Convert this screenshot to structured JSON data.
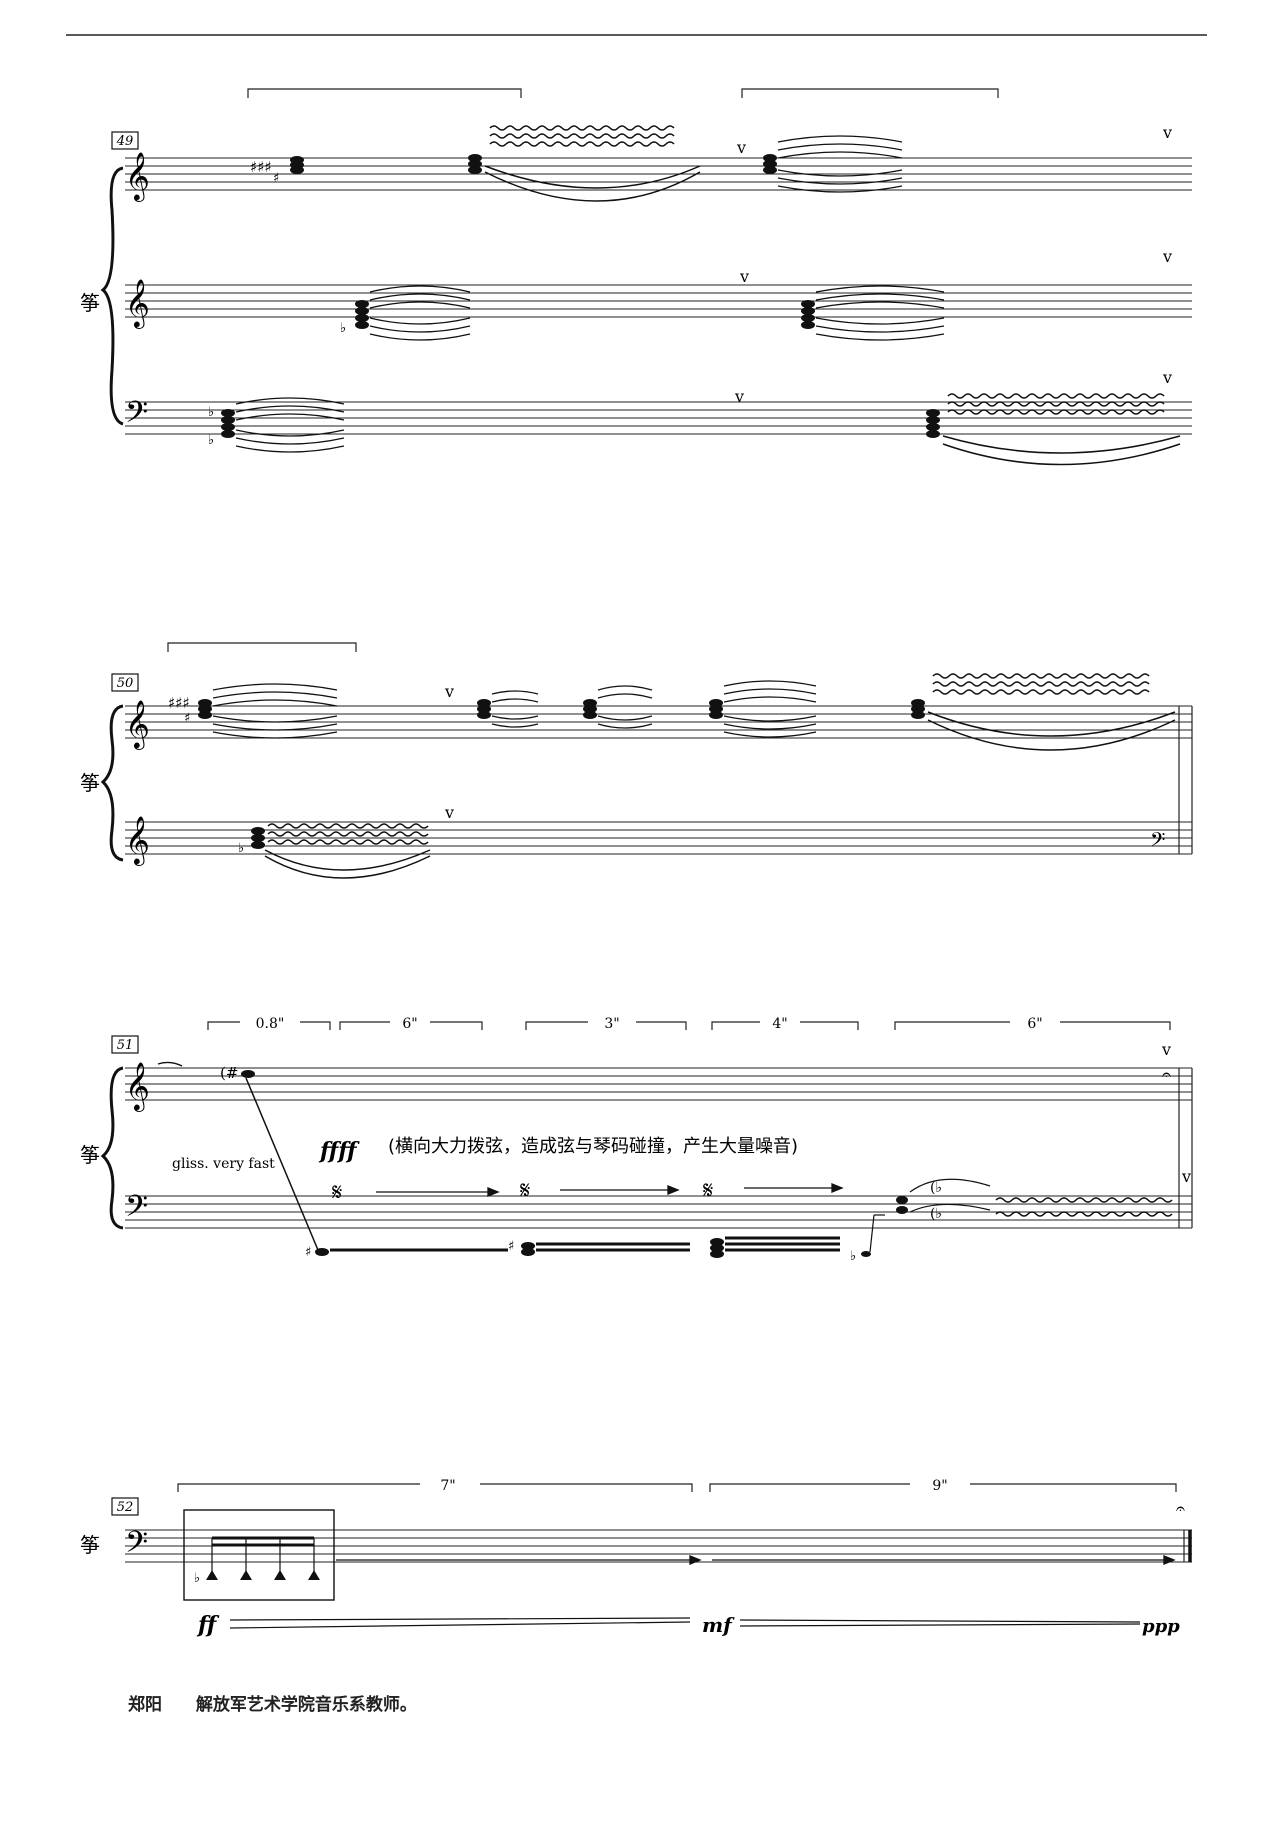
{
  "document": {
    "instrument": "筝",
    "systems": [
      {
        "measure": "49",
        "staves": 3
      },
      {
        "measure": "50",
        "staves": 2
      },
      {
        "measure": "51",
        "staves": 2,
        "durations": [
          "0.8\"",
          "6\"",
          "3\"",
          "4\"",
          "6\""
        ],
        "accidental_note": "(#",
        "technique": "gliss. very fast",
        "dynamic": "ffff",
        "instruction": "(横向大力拨弦，造成弦与琴码碰撞，产生大量噪音)",
        "flat_note_a": "(♭",
        "flat_note_b": "(♭",
        "symbol_repeat": "𝄋"
      },
      {
        "measure": "52",
        "staves": 1,
        "durations": [
          "7\"",
          "9\""
        ],
        "dynamics": [
          "ff",
          "mf",
          "ppp"
        ]
      }
    ],
    "footer": {
      "author": "郑阳",
      "bio": "解放军艺术学院音乐系教师。"
    }
  }
}
